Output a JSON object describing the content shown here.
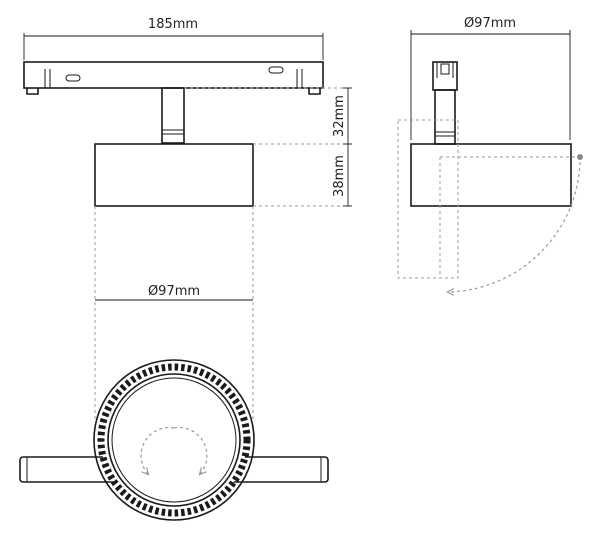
{
  "dimensions": {
    "top_width": "185mm",
    "side_diameter": "Ø97mm",
    "stem_height": "32mm",
    "body_height": "38mm",
    "body_diameter": "Ø97mm"
  },
  "colors": {
    "line": "#1a1a1a",
    "dashed": "#9a9a9a",
    "pivot": "#888888"
  },
  "icons": [
    "rotation-arrow-icon",
    "tilt-arrow-icon",
    "pivot-point-icon"
  ]
}
